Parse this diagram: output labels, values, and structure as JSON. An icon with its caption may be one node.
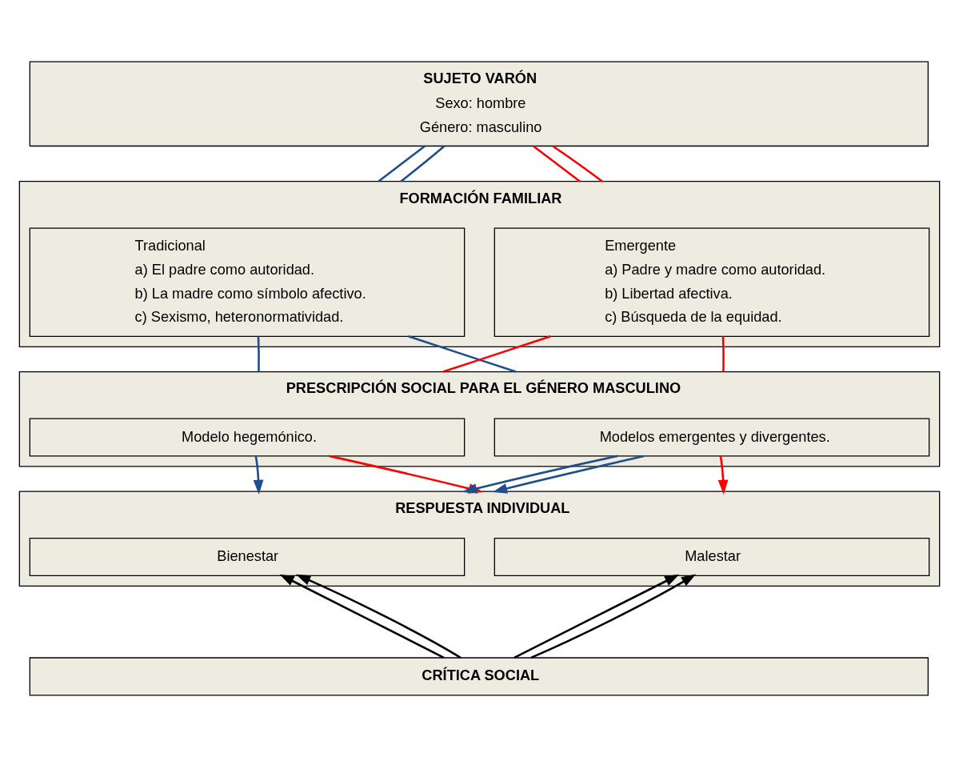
{
  "diagram": {
    "nodes": [
      {
        "text": [
          "SUJETO VARÓN",
          "Sexo: hombre",
          "Género: masculino"
        ]
      },
      {
        "text": [
          "FORMACIÓN FAMILIAR"
        ]
      },
      {
        "text": [
          "Tradicional",
          "a) El padre como autoridad.",
          "b) La madre como símbolo afectivo.",
          "c) Sexismo, heteronormatividad."
        ],
        "in": 1
      },
      {
        "text": [
          "Emergente",
          "a) Padre y madre como autoridad.",
          "b) Libertad afectiva.",
          "c) Búsqueda de la equidad."
        ],
        "in": 1
      },
      {
        "text": [
          "PRESCRIPCIÓN SOCIAL PARA EL GÉNERO MASCULINO"
        ]
      },
      {
        "text": [
          "Modelo hegemónico."
        ],
        "in": 4
      },
      {
        "text": [
          "Modelos emergentes y divergentes."
        ],
        "in": 4
      },
      {
        "text": [
          "RESPUESTA INDIVIDUAL"
        ]
      },
      {
        "text": [
          "Bienestar"
        ],
        "in": 7
      },
      {
        "text": [
          "Malestar"
        ],
        "in": 7
      },
      {
        "text": [
          "CRÍTICA SOCIAL"
        ]
      }
    ],
    "edges": [
      {
        "from": 0,
        "to": 1,
        "arrow": "none",
        "color": "#1f4e8c"
      },
      {
        "from": 0,
        "to": 1,
        "arrow": "none",
        "color": "#1f4e8c"
      },
      {
        "from": 0,
        "to": 1,
        "arrow": "none",
        "color": "#ff0000"
      },
      {
        "from": 0,
        "to": 1,
        "arrow": "none",
        "color": "#ff0000"
      },
      {
        "from": 2,
        "to": 4,
        "arrow": "none",
        "color": "#1f4e8c"
      },
      {
        "from": 2,
        "to": 4,
        "arrow": "none",
        "color": "#1f4e8c"
      },
      {
        "from": 3,
        "to": 4,
        "arrow": "none",
        "color": "#ff0000"
      },
      {
        "from": 3,
        "to": 4,
        "arrow": "none",
        "color": "#ff0000"
      },
      {
        "from": 5,
        "to": 7,
        "arrow": "to",
        "color": "#1f4e8c"
      },
      {
        "from": 6,
        "to": 7,
        "arrow": "to",
        "color": "#1f4e8c"
      },
      {
        "from": 6,
        "to": 7,
        "arrow": "to",
        "color": "#1f4e8c"
      },
      {
        "from": 5,
        "to": 7,
        "arrow": "to",
        "color": "#ff0000"
      },
      {
        "from": 6,
        "to": 7,
        "arrow": "to",
        "color": "#ff0000"
      },
      {
        "from": 10,
        "to": 8,
        "arrow": "to",
        "color": "#000000"
      },
      {
        "from": 10,
        "to": 8,
        "arrow": "to",
        "color": "#000000"
      },
      {
        "from": 10,
        "to": 9,
        "arrow": "to",
        "color": "#000000"
      },
      {
        "from": 10,
        "to": 9,
        "arrow": "to",
        "color": "#000000"
      }
    ]
  }
}
